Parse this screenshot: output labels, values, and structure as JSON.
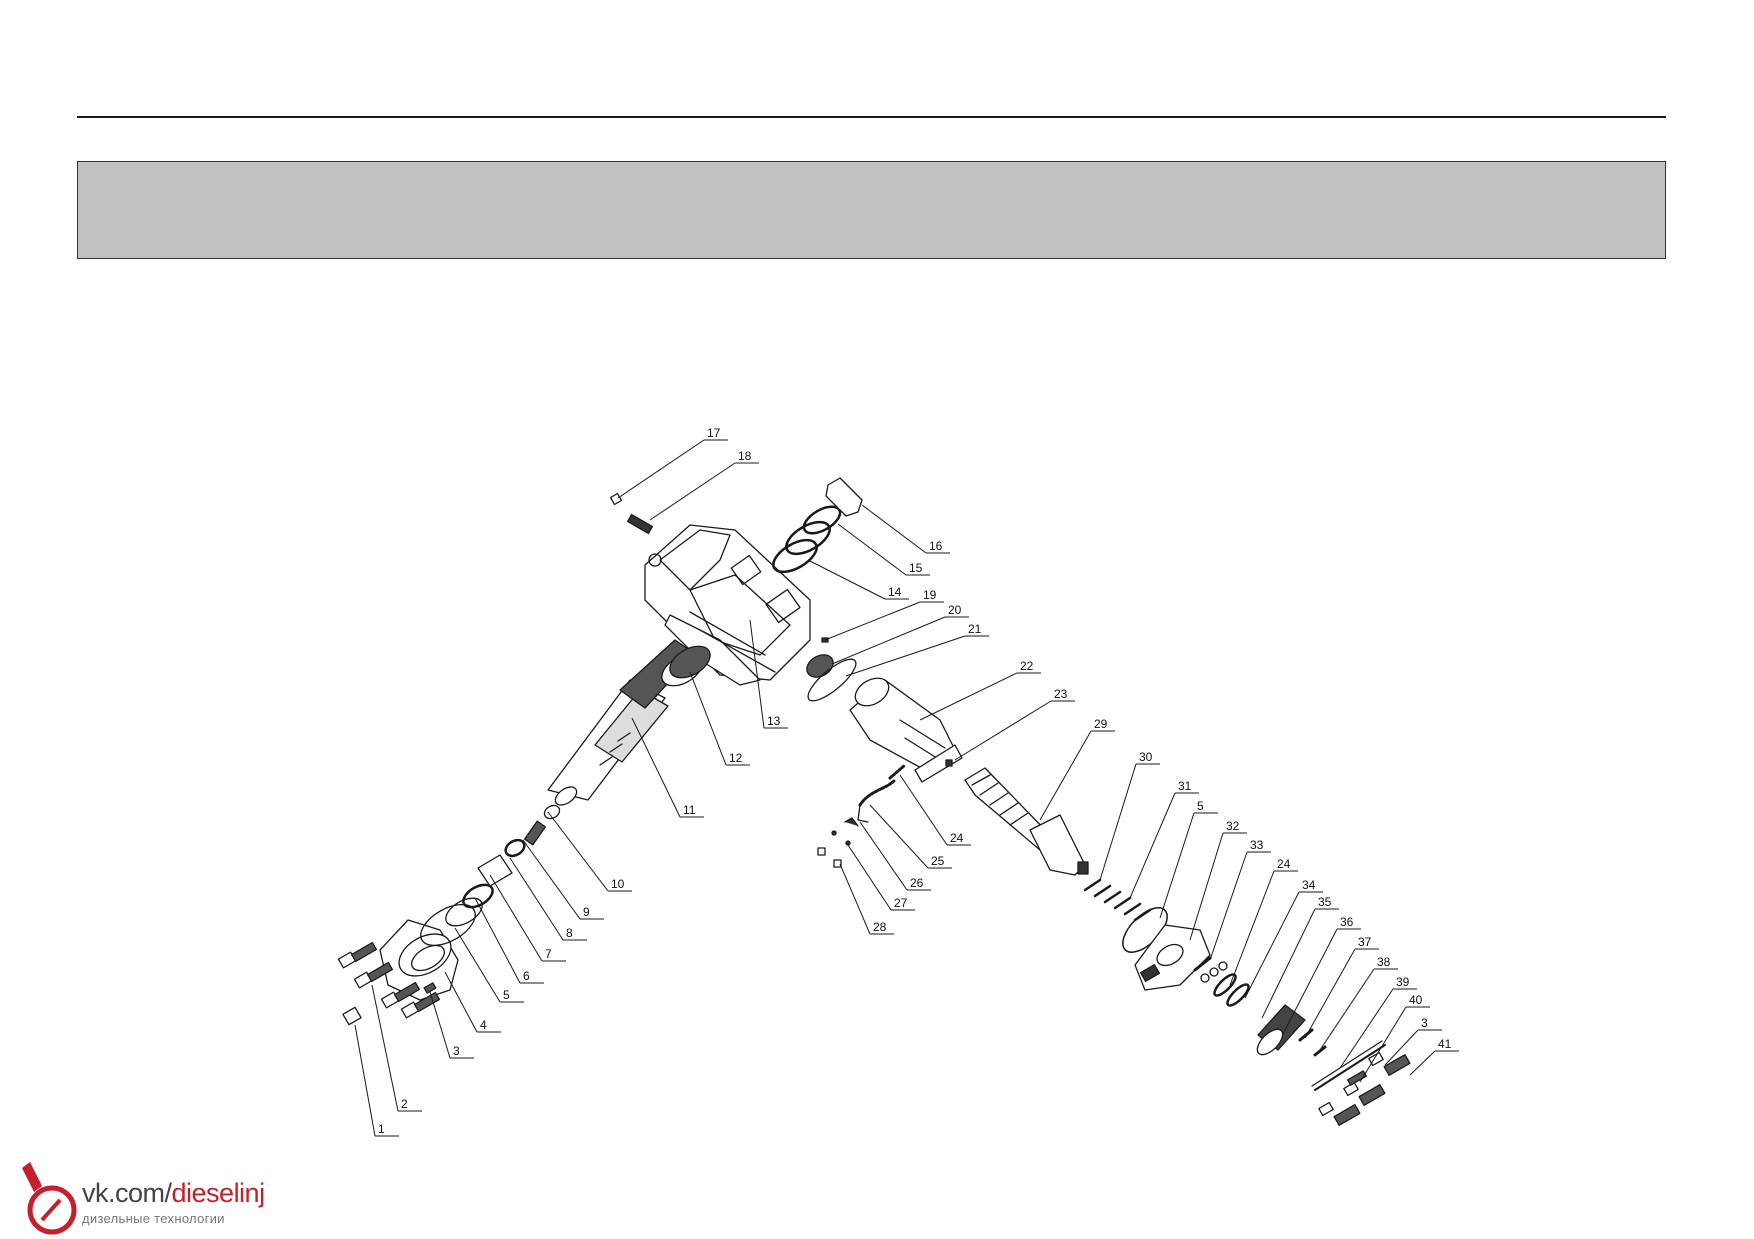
{
  "banner": {
    "text": ""
  },
  "diagram": {
    "callouts": [
      {
        "id": "p1",
        "label": "1"
      },
      {
        "id": "p2",
        "label": "2"
      },
      {
        "id": "p3a",
        "label": "3"
      },
      {
        "id": "p4",
        "label": "4"
      },
      {
        "id": "p5a",
        "label": "5"
      },
      {
        "id": "p6",
        "label": "6"
      },
      {
        "id": "p7",
        "label": "7"
      },
      {
        "id": "p8",
        "label": "8"
      },
      {
        "id": "p9",
        "label": "9"
      },
      {
        "id": "p10",
        "label": "10"
      },
      {
        "id": "p11",
        "label": "11"
      },
      {
        "id": "p12",
        "label": "12"
      },
      {
        "id": "p13",
        "label": "13"
      },
      {
        "id": "p14",
        "label": "14"
      },
      {
        "id": "p15",
        "label": "15"
      },
      {
        "id": "p16",
        "label": "16"
      },
      {
        "id": "p17",
        "label": "17"
      },
      {
        "id": "p18",
        "label": "18"
      },
      {
        "id": "p19",
        "label": "19"
      },
      {
        "id": "p20",
        "label": "20"
      },
      {
        "id": "p21",
        "label": "21"
      },
      {
        "id": "p22",
        "label": "22"
      },
      {
        "id": "p23",
        "label": "23"
      },
      {
        "id": "p24a",
        "label": "24"
      },
      {
        "id": "p25",
        "label": "25"
      },
      {
        "id": "p26",
        "label": "26"
      },
      {
        "id": "p27",
        "label": "27"
      },
      {
        "id": "p28",
        "label": "28"
      },
      {
        "id": "p29",
        "label": "29"
      },
      {
        "id": "p30",
        "label": "30"
      },
      {
        "id": "p31",
        "label": "31"
      },
      {
        "id": "p5b",
        "label": "5"
      },
      {
        "id": "p32",
        "label": "32"
      },
      {
        "id": "p33",
        "label": "33"
      },
      {
        "id": "p24b",
        "label": "24"
      },
      {
        "id": "p34",
        "label": "34"
      },
      {
        "id": "p35",
        "label": "35"
      },
      {
        "id": "p36",
        "label": "36"
      },
      {
        "id": "p37",
        "label": "37"
      },
      {
        "id": "p38",
        "label": "38"
      },
      {
        "id": "p39",
        "label": "39"
      },
      {
        "id": "p40",
        "label": "40"
      },
      {
        "id": "p3b",
        "label": "3"
      },
      {
        "id": "p41",
        "label": "41"
      }
    ]
  },
  "watermark": {
    "prefix": "vk.com/",
    "accent": "dieselinj",
    "subtitle": "дизельные технологии",
    "accent_color": "#c51f2b"
  }
}
